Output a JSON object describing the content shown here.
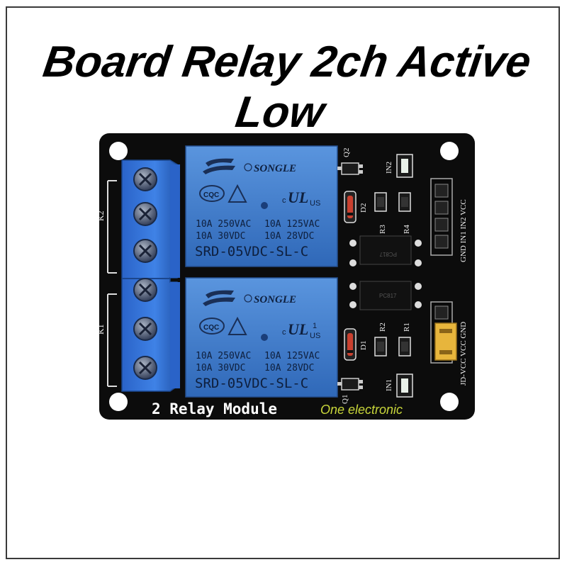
{
  "title": "Board Relay 2ch Active Low",
  "board": {
    "silkscreen_title": "2 Relay Module",
    "watermark": "One electronic",
    "relays": [
      {
        "brand": "SONGLE",
        "cqc": "CQC",
        "ul_c": "c",
        "ul_us": "US",
        "rating_1a": "10A 250VAC",
        "rating_1b": "10A 125VAC",
        "rating_2a": "10A 30VDC",
        "rating_2b": "10A 28VDC",
        "model": "SRD-05VDC-SL-C"
      },
      {
        "brand": "SONGLE",
        "cqc": "CQC",
        "ul_c": "c",
        "ul_us": "US",
        "ul_number": "1",
        "rating_1a": "10A 250VAC",
        "rating_1b": "10A 125VAC",
        "rating_2a": "10A 30VDC",
        "rating_2b": "10A 28VDC",
        "model": "SRD-05VDC-SL-C"
      }
    ],
    "labels": {
      "k2": "K2",
      "k1": "K1",
      "q2": "Q2",
      "q1": "Q1",
      "in2": "IN2",
      "in1": "IN1",
      "d2": "D2",
      "d1": "D1",
      "r3": "R3",
      "r4": "R4",
      "r2": "R2",
      "r1": "R1",
      "header_top": "GND IN1 IN2 VCC",
      "header_bottom": "JD-VCC VCC GND",
      "opto_top": "PC817",
      "opto_bottom": "PC817"
    }
  },
  "colors": {
    "pcb": "#0d0d0d",
    "relay_blue": "#3a78c9",
    "terminal_blue": "#2f6fd6",
    "jumper_yellow": "#e7b53c",
    "watermark": "#c8d63a"
  }
}
